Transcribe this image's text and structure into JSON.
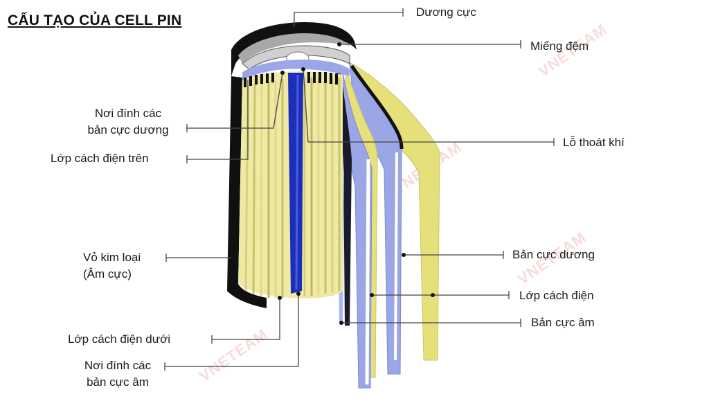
{
  "title": "CẤU TẠO CỦA CELL PIN",
  "watermark": "VNETEAM",
  "labels": {
    "positive_terminal": "Dương cực",
    "gasket": "Miếng đệm",
    "positive_tab": [
      "Nơi đính các",
      "bản cực dương"
    ],
    "top_insulator": "Lớp cách điện trên",
    "vent": "Lỗ thoát khí",
    "can": [
      "Vỏ kim loại",
      "(Âm cực)"
    ],
    "positive_plate": "Bản cực dương",
    "separator": "Lớp cách điện",
    "negative_plate": "Bản cực âm",
    "bottom_insulator": "Lớp cách điện dưới",
    "negative_tab": [
      "Nơi đính các",
      "bản cực âm"
    ]
  },
  "colors": {
    "yellow_layer": "#e6e07a",
    "blue_layer": "#9aa6e6",
    "dark_blue_core": "#1b2fb8",
    "shell": "#111111",
    "cap_grey": "#a8a8a8"
  }
}
